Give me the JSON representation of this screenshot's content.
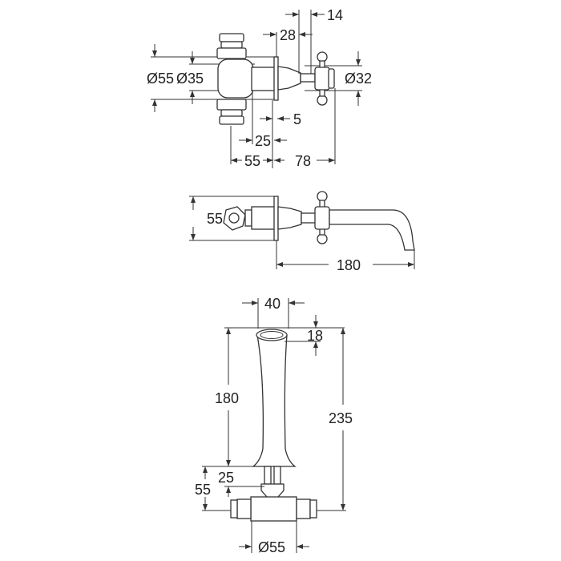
{
  "top_view": {
    "dia_outer": "Ø55",
    "dia_inner": "Ø35",
    "dia_handle": "Ø32",
    "dim_14": "14",
    "dim_28": "28",
    "dim_5": "5",
    "dim_25": "25",
    "dim_55": "55",
    "dim_78": "78"
  },
  "side_view": {
    "dim_height": "55",
    "dim_projection": "180"
  },
  "front_view": {
    "dim_spout_width": "40",
    "dim_spout_depth": "18",
    "dim_spout_length": "180",
    "dim_overall": "235",
    "dim_gap": "25",
    "dim_body": "55",
    "dia_body": "Ø55"
  }
}
